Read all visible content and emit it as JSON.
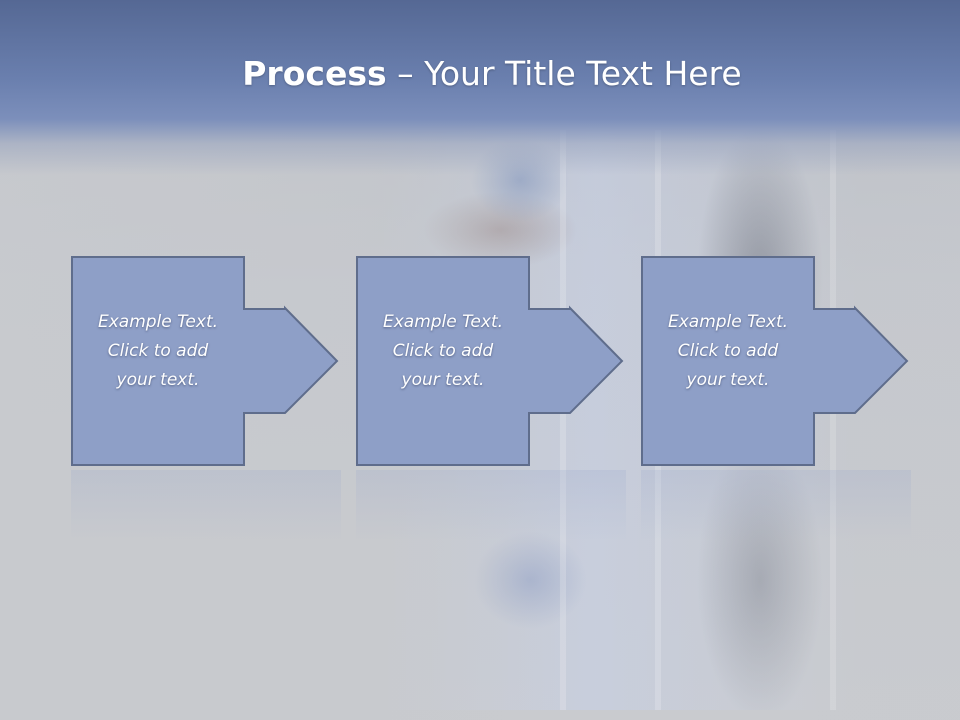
{
  "title": {
    "bold": "Process",
    "rest": " – Your Title Text Here"
  },
  "steps": [
    {
      "line1": "Example Text.",
      "line2": "Click  to add",
      "line3": "your text."
    },
    {
      "line1": "Example Text.",
      "line2": "Click  to add",
      "line3": "your text."
    },
    {
      "line1": "Example Text.",
      "line2": "Click  to add",
      "line3": "your text."
    }
  ],
  "colors": {
    "box_fill": "#8e9fc7",
    "box_border": "#5f6d8c",
    "title_band": "#6a7fae"
  }
}
